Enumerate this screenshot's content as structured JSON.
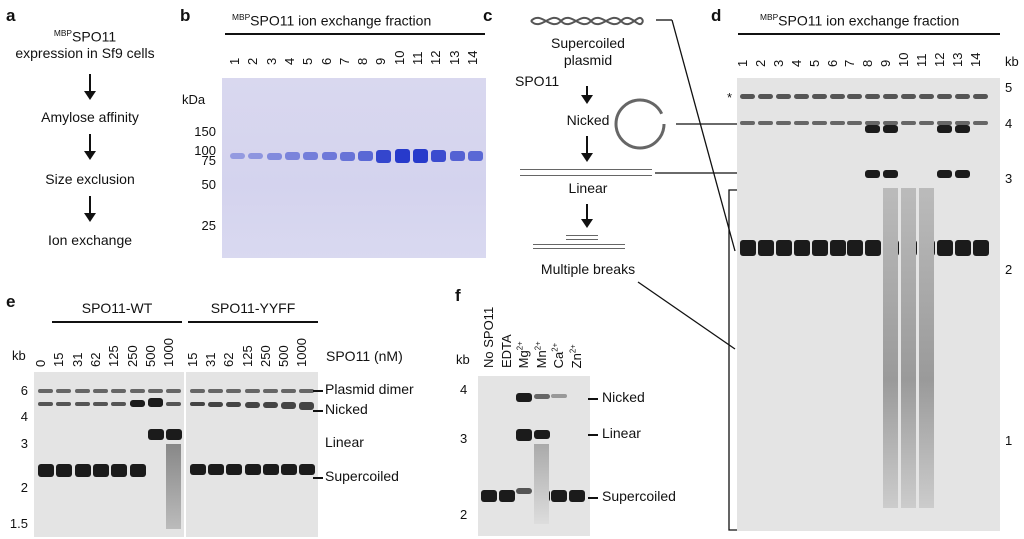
{
  "panel_a": {
    "label": "a",
    "step1": "SPO11",
    "step1_sup": "MBP",
    "step1_line2": "expression in Sf9 cells",
    "step2": "Amylose affinity",
    "step3": "Size exclusion",
    "step4": "Ion exchange"
  },
  "panel_b": {
    "label": "b",
    "title_sup": "MBP",
    "title": "SPO11 ion exchange fraction",
    "unit": "kDa",
    "lanes": [
      "1",
      "2",
      "3",
      "4",
      "5",
      "6",
      "7",
      "8",
      "9",
      "10",
      "11",
      "12",
      "13",
      "14"
    ],
    "markers": [
      "150",
      "100",
      "75",
      "50",
      "25"
    ]
  },
  "panel_c": {
    "label": "c",
    "supercoiled": "Supercoiled",
    "plasmid": "plasmid",
    "enzyme": "SPO11",
    "nicked": "Nicked",
    "linear": "Linear",
    "multiple": "Multiple breaks"
  },
  "panel_d": {
    "label": "d",
    "title_sup": "MBP",
    "title": "SPO11 ion exchange fraction",
    "unit": "kb",
    "lanes": [
      "1",
      "2",
      "3",
      "4",
      "5",
      "6",
      "7",
      "8",
      "9",
      "10",
      "11",
      "12",
      "13",
      "14"
    ],
    "markers": [
      "5",
      "4",
      "3",
      "2",
      "1"
    ],
    "asterisk": "*"
  },
  "panel_e": {
    "label": "e",
    "group_wt": "SPO11-WT",
    "group_yyff": "SPO11-YYFF",
    "unit": "kb",
    "conc_label": "SPO11 (nM)",
    "wt_lanes": [
      "0",
      "15",
      "31",
      "62",
      "125",
      "250",
      "500",
      "1000"
    ],
    "yyff_lanes": [
      "15",
      "31",
      "62",
      "125",
      "250",
      "500",
      "1000"
    ],
    "markers": [
      "6",
      "4",
      "3",
      "2",
      "1.5"
    ],
    "band_plasmid_dimer": "Plasmid dimer",
    "band_nicked": "Nicked",
    "band_linear": "Linear",
    "band_supercoiled": "Supercoiled"
  },
  "panel_f": {
    "label": "f",
    "unit": "kb",
    "lanes": [
      {
        "base": "No SPO11",
        "sup": ""
      },
      {
        "base": "EDTA",
        "sup": ""
      },
      {
        "base": "Mg",
        "sup": "2+"
      },
      {
        "base": "Mn",
        "sup": "2+"
      },
      {
        "base": "Ca",
        "sup": "2+"
      },
      {
        "base": "Zn",
        "sup": "2+"
      }
    ],
    "markers": [
      "4",
      "3",
      "2"
    ],
    "band_nicked": "Nicked",
    "band_linear": "Linear",
    "band_supercoiled": "Supercoiled"
  }
}
